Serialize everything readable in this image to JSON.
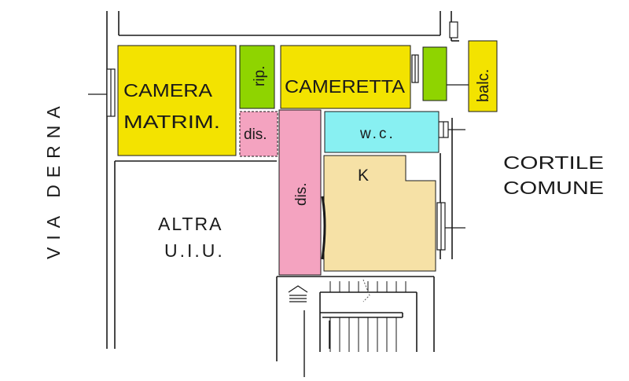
{
  "colors": {
    "yellow": "#f3e300",
    "green": "#8fd400",
    "pink": "#f4a3c0",
    "cyan": "#88f0f2",
    "tan": "#f6e1a6",
    "wall": "#1a1a1a"
  },
  "rooms": {
    "camera": {
      "line1": "CAMERA",
      "line2": "MATRIM."
    },
    "rip": "rip.",
    "cameretta": "CAMERETTA",
    "balc": "balc.",
    "dis_small": "dis.",
    "wc": "w.c.",
    "dis_corridor": "dis.",
    "kitchen": "K"
  },
  "surroundings": {
    "street": "VIA DERNA",
    "other_unit": {
      "line1": "ALTRA",
      "line2": "U.I.U."
    },
    "courtyard": {
      "line1": "CORTILE",
      "line2": "COMUNE"
    }
  }
}
